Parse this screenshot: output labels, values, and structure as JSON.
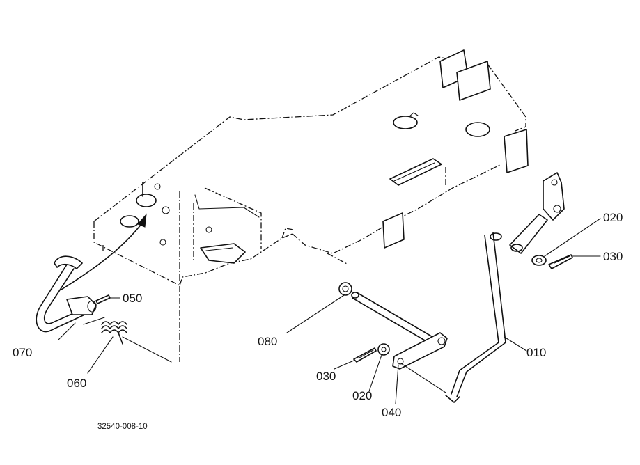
{
  "labels": {
    "p010": "010",
    "p020_right": "020",
    "p030_right": "030",
    "p050": "050",
    "p070": "070",
    "p060": "060",
    "p080": "080",
    "p030_bottom": "030",
    "p020_bottom": "020",
    "p040": "040"
  },
  "drawing_code": "32540-008-10"
}
